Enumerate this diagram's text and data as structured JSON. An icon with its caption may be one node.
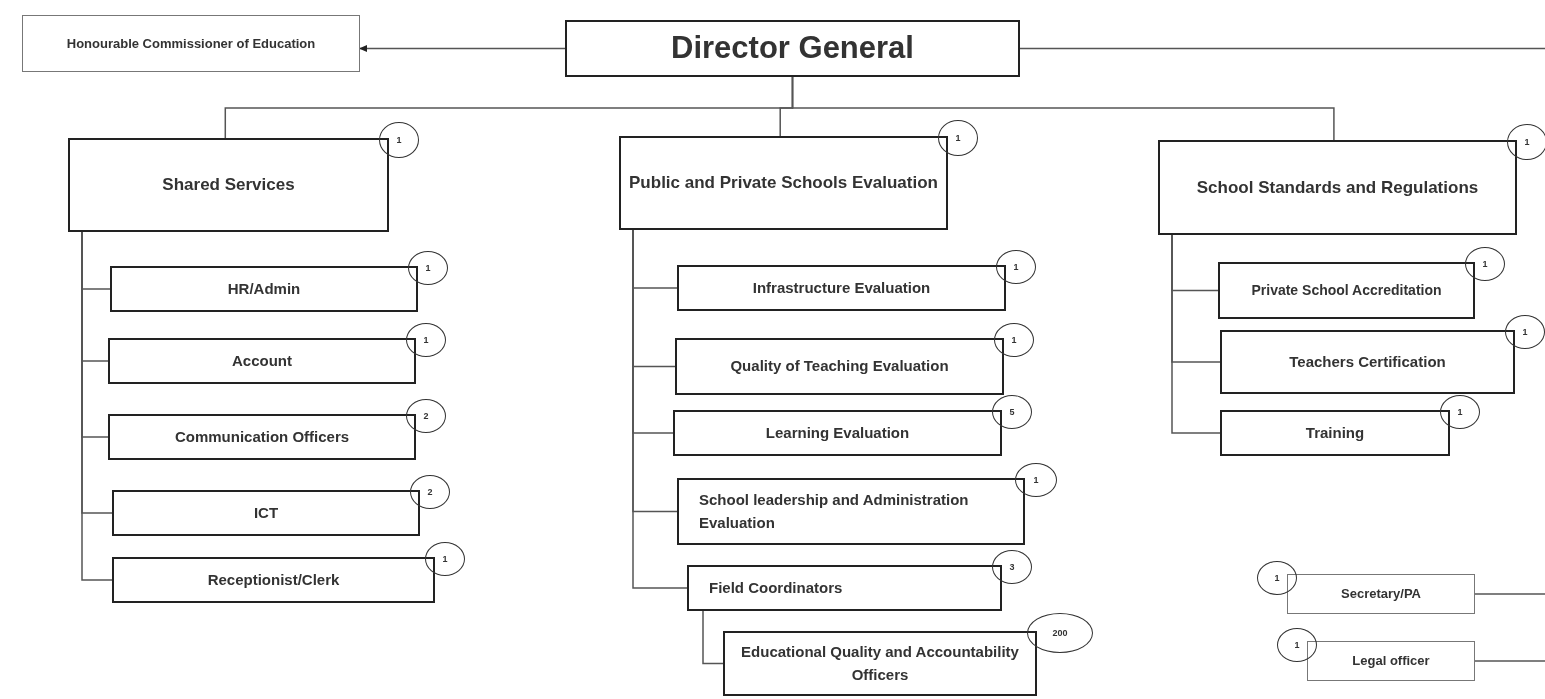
{
  "diagram": {
    "nodes": [
      {
        "text": [
          "Director General"
        ]
      },
      {
        "text": [
          "Honourable Commissioner of Education"
        ]
      },
      {
        "text": [
          "Shared Services"
        ],
        "beside": [
          "1"
        ]
      },
      {
        "text": [
          "HR/Admin"
        ],
        "beside": [
          "1"
        ]
      },
      {
        "text": [
          "Account"
        ],
        "beside": [
          "1"
        ]
      },
      {
        "text": [
          "Communication Officers"
        ],
        "beside": [
          "2"
        ]
      },
      {
        "text": [
          "ICT"
        ],
        "beside": [
          "2"
        ]
      },
      {
        "text": [
          "Receptionist/Clerk"
        ],
        "beside": [
          "1"
        ]
      },
      {
        "text": [
          "Public and Private Schools Evaluation"
        ],
        "beside": [
          "1"
        ]
      },
      {
        "text": [
          "Infrastructure Evaluation"
        ],
        "beside": [
          "1"
        ]
      },
      {
        "text": [
          "Quality of Teaching Evaluation"
        ],
        "beside": [
          "1"
        ]
      },
      {
        "text": [
          "Learning Evaluation"
        ],
        "beside": [
          "5"
        ]
      },
      {
        "text": [
          "School leadership and Administration Evaluation"
        ],
        "beside": [
          "1"
        ]
      },
      {
        "text": [
          "Field Coordinators"
        ],
        "beside": [
          "3"
        ]
      },
      {
        "text": [
          "Educational Quality and Accountability Officers"
        ],
        "beside": [
          "200"
        ]
      },
      {
        "text": [
          "School Standards and Regulations"
        ],
        "beside": [
          "1"
        ]
      },
      {
        "text": [
          "Private School Accreditation"
        ],
        "beside": [
          "1"
        ]
      },
      {
        "text": [
          "Teachers Certification"
        ],
        "beside": [
          "1"
        ]
      },
      {
        "text": [
          "Training"
        ],
        "beside": [
          "1"
        ]
      },
      {
        "text": [
          "Secretary/PA"
        ],
        "beside": [
          "1"
        ]
      },
      {
        "text": [
          "Legal officer"
        ],
        "beside": [
          "1"
        ]
      }
    ],
    "edges": [
      {
        "from": 0,
        "to": 1,
        "arrow": "to"
      },
      {
        "from": 0,
        "to": null,
        "arrow": "none"
      },
      {
        "from": 0,
        "to": 2,
        "arrow": "none"
      },
      {
        "from": 0,
        "to": 8,
        "arrow": "none"
      },
      {
        "from": 0,
        "to": 15,
        "arrow": "none"
      },
      {
        "from": 2,
        "to": 3,
        "arrow": "none"
      },
      {
        "from": 2,
        "to": 4,
        "arrow": "none"
      },
      {
        "from": 2,
        "to": 5,
        "arrow": "none"
      },
      {
        "from": 2,
        "to": 6,
        "arrow": "none"
      },
      {
        "from": 2,
        "to": 7,
        "arrow": "none"
      },
      {
        "from": 8,
        "to": 9,
        "arrow": "none"
      },
      {
        "from": 8,
        "to": 10,
        "arrow": "none"
      },
      {
        "from": 8,
        "to": 11,
        "arrow": "none"
      },
      {
        "from": 8,
        "to": 12,
        "arrow": "none"
      },
      {
        "from": 8,
        "to": 13,
        "arrow": "none"
      },
      {
        "from": 13,
        "to": 14,
        "arrow": "none"
      },
      {
        "from": 15,
        "to": 16,
        "arrow": "none"
      },
      {
        "from": 15,
        "to": 17,
        "arrow": "none"
      },
      {
        "from": 15,
        "to": 18,
        "arrow": "none"
      },
      {
        "from": 19,
        "to": null,
        "arrow": "none"
      },
      {
        "from": 20,
        "to": null,
        "arrow": "none"
      }
    ]
  }
}
